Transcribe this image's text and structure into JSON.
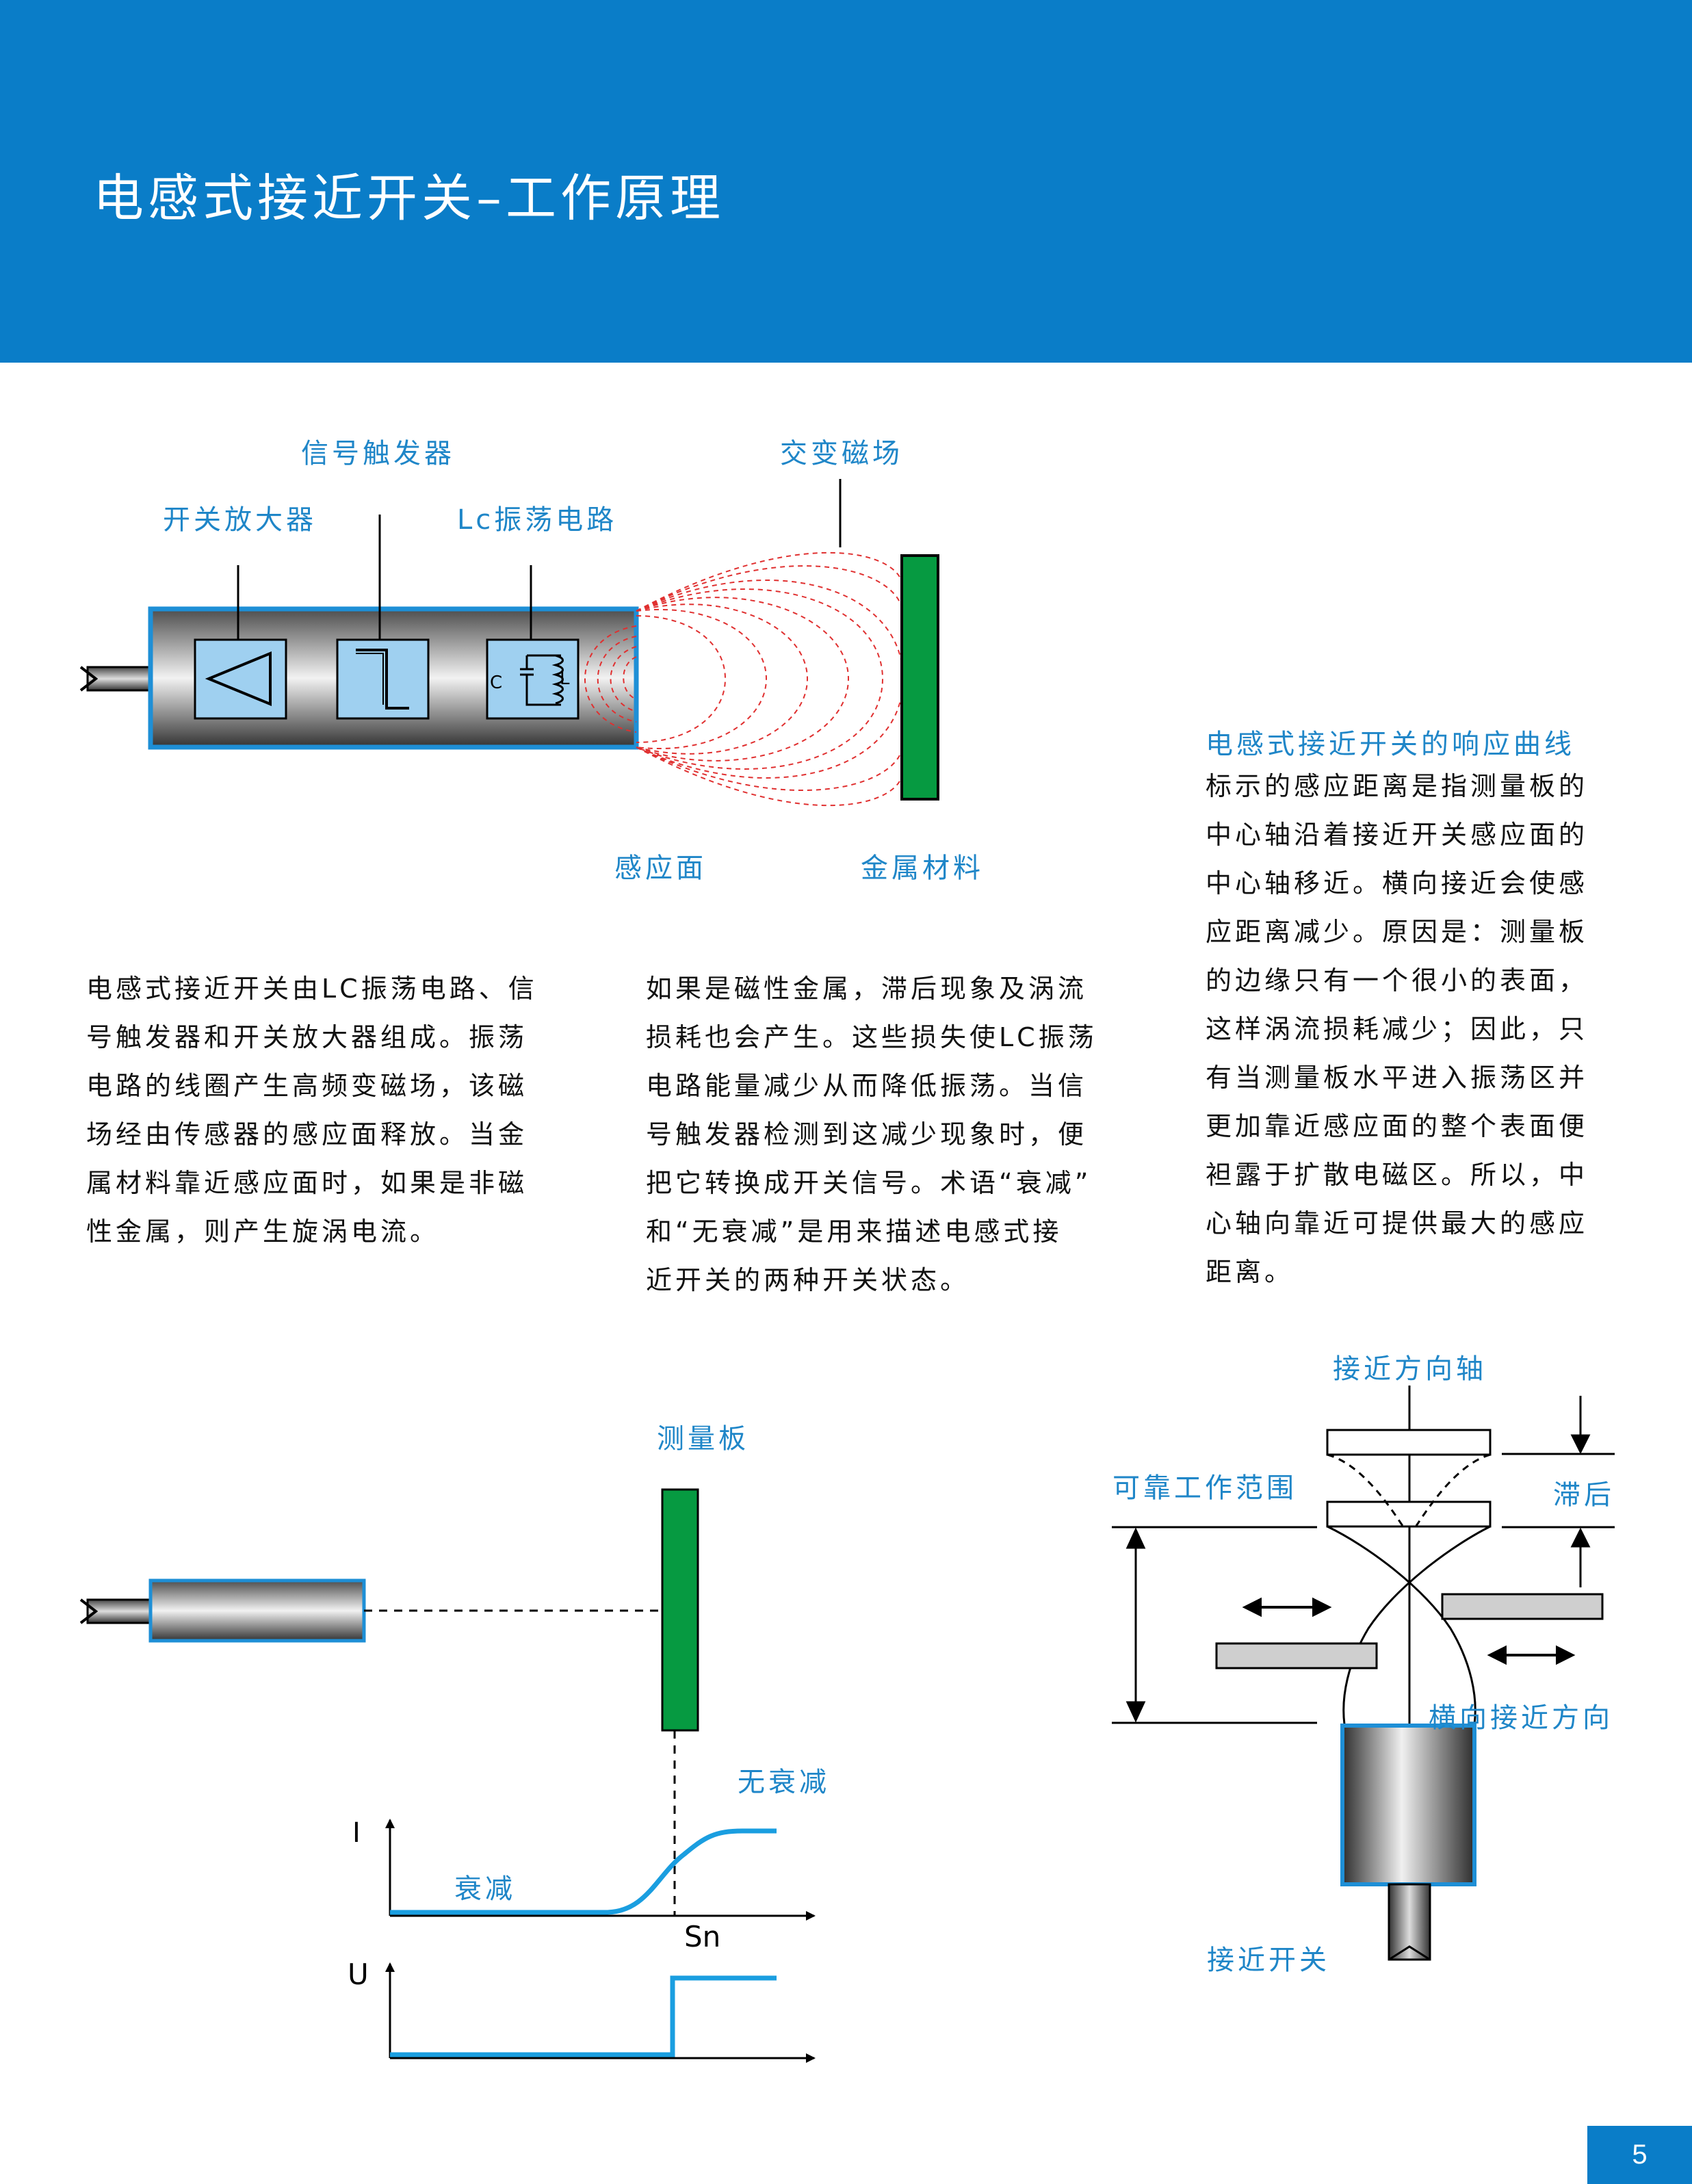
{
  "header": {
    "title": "电感式接近开关–工作原理"
  },
  "diagram_top": {
    "labels": {
      "signal_trigger": "信号触发器",
      "alternating_field": "交变磁场",
      "switch_amplifier": "开关放大器",
      "lc_oscillator": "Lc振荡电路",
      "sensing_face": "感应面",
      "metal_material": "金属材料"
    },
    "coil_c": "C",
    "coil_l": "L"
  },
  "text": {
    "col1": [
      "电感式接近开关由LC振荡电路、信",
      "号触发器和开关放大器组成。振荡",
      "电路的线圈产生高频变磁场，该磁",
      "场经由传感器的感应面释放。当金",
      "属材料靠近感应面时，如果是非磁",
      "性金属，则产生旋涡电流。"
    ],
    "col2": [
      "如果是磁性金属，滞后现象及涡流",
      "损耗也会产生。这些损失使LC振荡",
      "电路能量减少从而降低振荡。当信",
      "号触发器检测到这减少现象时，便",
      "把它转换成开关信号。术语“衰减”",
      "和“无衰减”是用来描述电感式接",
      "近开关的两种开关状态。"
    ],
    "col3_heading": "电感式接近开关的响应曲线",
    "col3": [
      "标示的感应距离是指测量板的",
      "中心轴沿着接近开关感应面的",
      "中心轴移近。横向接近会使感",
      "应距离减少。原因是：测量板",
      "的边缘只有一个很小的表面，",
      "这样涡流损耗减少；因此，只",
      "有当测量板水平进入振荡区并",
      "更加靠近感应面的整个表面便",
      "袒露于扩散电磁区。所以，中",
      "心轴向靠近可提供最大的感应",
      "距离。"
    ]
  },
  "diagram_left": {
    "measure_plate": "测量板",
    "no_attenuation": "无衰减",
    "attenuation": "衰减",
    "axis_i": "I",
    "axis_u": "U",
    "sn": "Sn"
  },
  "diagram_right": {
    "approach_axis": "接近方向轴",
    "working_range": "可靠工作范围",
    "hysteresis": "滞后",
    "lateral_direction": "横向接近方向",
    "switch": "接近开关"
  },
  "colors": {
    "header_blue": "#0a7dc8",
    "label_blue": "#1f86c8",
    "sensor_outline": "#1e8fd6",
    "plate_green": "#069a41",
    "field_red": "#e03030",
    "curve_blue": "#1a9ee0"
  },
  "page_number": "5"
}
